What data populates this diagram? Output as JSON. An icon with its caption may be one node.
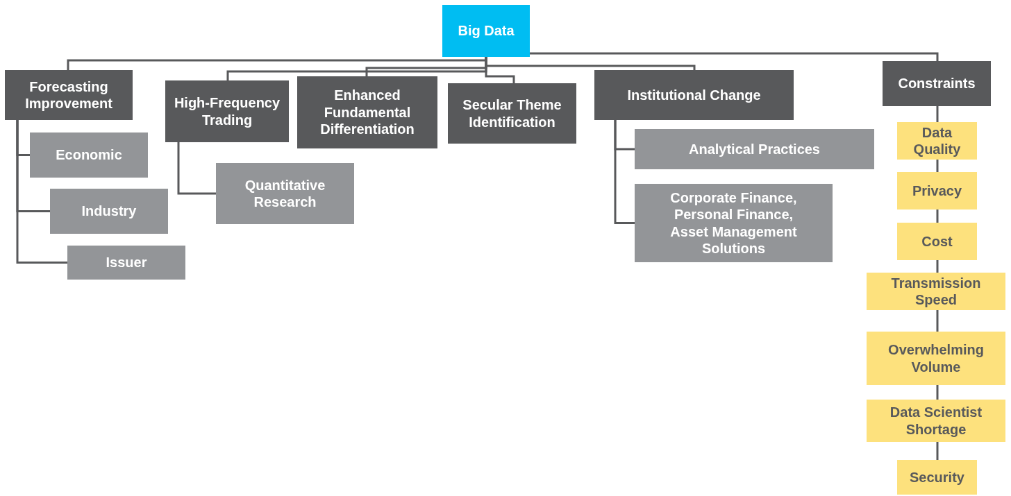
{
  "diagram": {
    "nodes": [
      {
        "text": [
          "Big Data"
        ]
      },
      {
        "text": [
          "Forecasting Improvement"
        ]
      },
      {
        "text": [
          "High-Frequency Trading"
        ]
      },
      {
        "text": [
          "Enhanced Fundamental Differentiation"
        ]
      },
      {
        "text": [
          "Secular Theme Identification"
        ]
      },
      {
        "text": [
          "Institutional Change"
        ]
      },
      {
        "text": [
          "Constraints"
        ]
      },
      {
        "text": [
          "Economic"
        ]
      },
      {
        "text": [
          "Industry"
        ]
      },
      {
        "text": [
          "Issuer"
        ]
      },
      {
        "text": [
          "Quantitative Research"
        ]
      },
      {
        "text": [
          "Analytical Practices"
        ]
      },
      {
        "text": [
          "Corporate Finance, Personal Finance, Asset Management Solutions"
        ]
      },
      {
        "text": [
          "Data Quality"
        ]
      },
      {
        "text": [
          "Privacy"
        ]
      },
      {
        "text": [
          "Cost"
        ]
      },
      {
        "text": [
          "Transmission Speed"
        ]
      },
      {
        "text": [
          "Overwhelming Volume"
        ]
      },
      {
        "text": [
          "Data Scientist Shortage"
        ]
      },
      {
        "text": [
          "Security"
        ]
      }
    ],
    "edges": [
      {
        "from": 0,
        "to": 1,
        "arrow": "none"
      },
      {
        "from": 0,
        "to": 2,
        "arrow": "none"
      },
      {
        "from": 0,
        "to": 3,
        "arrow": "none"
      },
      {
        "from": 0,
        "to": 4,
        "arrow": "none"
      },
      {
        "from": 0,
        "to": 5,
        "arrow": "none"
      },
      {
        "from": 0,
        "to": 6,
        "arrow": "none"
      },
      {
        "from": 1,
        "to": 7,
        "arrow": "none"
      },
      {
        "from": 1,
        "to": 8,
        "arrow": "none"
      },
      {
        "from": 1,
        "to": 9,
        "arrow": "none"
      },
      {
        "from": 2,
        "to": 10,
        "arrow": "none"
      },
      {
        "from": 5,
        "to": 11,
        "arrow": "none"
      },
      {
        "from": 5,
        "to": 12,
        "arrow": "none"
      },
      {
        "from": 6,
        "to": 13,
        "arrow": "none"
      },
      {
        "from": 13,
        "to": 14,
        "arrow": "none"
      },
      {
        "from": 14,
        "to": 15,
        "arrow": "none"
      },
      {
        "from": 15,
        "to": 16,
        "arrow": "none"
      },
      {
        "from": 16,
        "to": 17,
        "arrow": "none"
      },
      {
        "from": 17,
        "to": 18,
        "arrow": "none"
      },
      {
        "from": 18,
        "to": 19,
        "arrow": "none"
      }
    ]
  }
}
